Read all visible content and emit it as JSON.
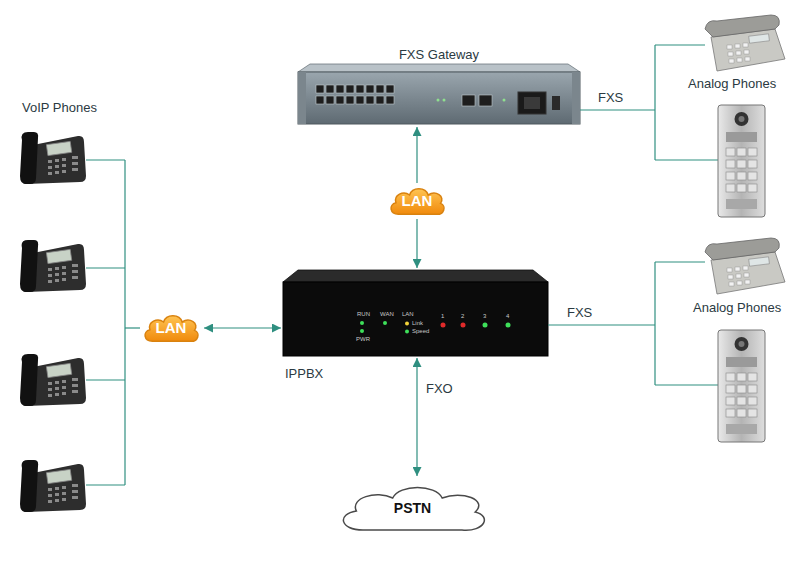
{
  "diagram": {
    "nodes": [
      {
        "text": [
          "VoIP Phones"
        ]
      },
      {
        "text": [
          "LAN"
        ]
      },
      {
        "text": [
          "FXS Gateway"
        ]
      },
      {
        "text": [
          "LAN"
        ]
      },
      {
        "text": [
          "IPPBX"
        ]
      },
      {
        "text": [
          "Analog Phones"
        ]
      },
      {
        "text": [
          "Analog Phones"
        ]
      },
      {
        "text": [
          "PSTN"
        ]
      }
    ],
    "edges": [
      {
        "from": 0,
        "to": 1,
        "arrow": "none"
      },
      {
        "from": 1,
        "to": 4,
        "arrow": "both"
      },
      {
        "from": 3,
        "to": 2,
        "arrow": "to"
      },
      {
        "from": 3,
        "to": 4,
        "arrow": "to"
      },
      {
        "from": 2,
        "to": 5,
        "label": "FXS",
        "arrow": "none"
      },
      {
        "from": 4,
        "to": 6,
        "label": "FXS",
        "arrow": "none"
      },
      {
        "from": 4,
        "to": 7,
        "label": "FXO",
        "arrow": "both"
      }
    ],
    "labels": [
      "RUN",
      "WAN",
      "LAN",
      "Link",
      "Speed",
      "PWR",
      "1",
      "2",
      "3",
      "4"
    ]
  }
}
